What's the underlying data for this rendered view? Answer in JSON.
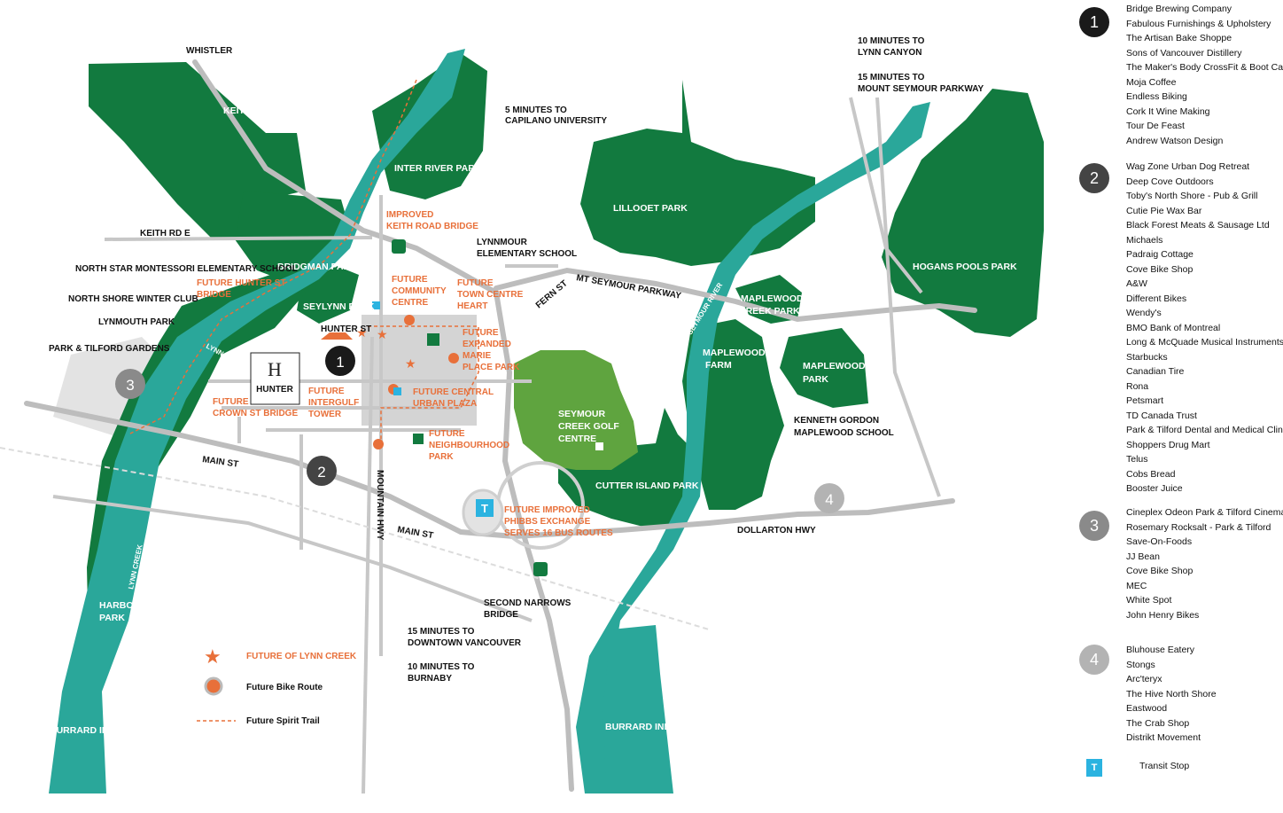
{
  "colors": {
    "park_dark": "#127a3f",
    "park_light": "#5fa43f",
    "river": "#2aa79a",
    "road": "#bdbdbd",
    "urban": "#d4d4d4",
    "accent": "#e8703a",
    "transit": "#2bb3e0",
    "badge1": "#1a1a1a",
    "badge2": "#444444",
    "badge3": "#8a8a8a",
    "badge4": "#b3b3b3"
  },
  "map": {
    "parks": {
      "keith_lynn": "KEITH LYNN PARK",
      "inter_river": "INTER RIVER PARK",
      "bridgman": "BRIDGMAN PARK",
      "seylynn": "SEYLYNN PARK",
      "lillooet": "LILLOOET PARK",
      "hogans_pools": "HOGANS POOLS PARK",
      "maplewood_creek_1": "MAPLEWOOD",
      "maplewood_creek_2": "CREEK PARK",
      "maplewood_farm_1": "MAPLEWOOD",
      "maplewood_farm_2": "FARM",
      "maplewood_park_1": "MAPLEWOOD",
      "maplewood_park_2": "PARK",
      "golf_1": "SEYMOUR",
      "golf_2": "CREEK GOLF",
      "golf_3": "CENTRE",
      "cutter_island": "CUTTER ISLAND PARK",
      "harbourview_1": "HARBOURVIEW",
      "harbourview_2": "PARK"
    },
    "places": {
      "whistler": "WHISTLER",
      "capilano_1": "5  MINUTES TO",
      "capilano_2": "CAPILANO UNIVERSITY",
      "lynn_canyon_1": "10 MINUTES TO",
      "lynn_canyon_2": "LYNN CANYON",
      "seymour_pkwy_1": "15  MINUTES TO",
      "seymour_pkwy_2": "MOUNT SEYMOUR PARKWAY",
      "lynnmour_1": "LYNNMOUR",
      "lynnmour_2": "ELEMENTARY SCHOOL",
      "north_star": "NORTH STAR MONTESSORI ELEMENTARY SCHOOL",
      "winter_club": "NORTH SHORE WINTER CLUB",
      "lynmouth": "LYNMOUTH PARK",
      "park_tilford": "PARK & TILFORD GARDENS",
      "kenneth_1": "KENNETH GORDON",
      "kenneth_2": "MAPLEWOOD SCHOOL",
      "second_narrows_1": "SECOND NARROWS",
      "second_narrows_2": "BRIDGE",
      "downtown_1": "15 MINUTES TO",
      "downtown_2": "DOWNTOWN VANCOUVER",
      "burnaby_1": "10 MINUTES TO",
      "burnaby_2": "BURNABY",
      "burrard_left": "BURRARD INLET",
      "burrard_right": "BURRARD INLET"
    },
    "roads": {
      "keith_rd": "KEITH RD E",
      "hunter_st": "HUNTER ST",
      "main_st_1": "MAIN ST",
      "main_st_2": "MAIN ST",
      "mountain_hwy": "MOUNTAIN HWY",
      "fern_st": "FERN ST",
      "mt_seymour_pkwy": "MT SEYMOUR PARKWAY",
      "dollarton_hwy": "DOLLARTON HWY",
      "lynn_creek_1": "LYNN CREEK",
      "lynn_creek_2": "LYNN CREEK",
      "seymour_river": "SEYMOUR RIVER"
    },
    "future": {
      "keith_bridge_1": "IMPROVED",
      "keith_bridge_2": "KEITH ROAD BRIDGE",
      "hunter_bridge_1": "FUTURE HUNTER ST",
      "hunter_bridge_2": "BRIDGE",
      "community_1": "FUTURE",
      "community_2": "COMMUNITY",
      "community_3": "CENTRE",
      "town_centre_1": "FUTURE",
      "town_centre_2": "TOWN CENTRE",
      "town_centre_3": "HEART",
      "marie_1": "FUTURE",
      "marie_2": "EXPANDED",
      "marie_3": "MARIE",
      "marie_4": "PLACE PARK",
      "crown_1": "FUTURE",
      "crown_2": "CROWN ST BRIDGE",
      "intergulf_1": "FUTURE",
      "intergulf_2": "INTERGULF",
      "intergulf_3": "TOWER",
      "plaza_1": "FUTURE CENTRAL",
      "plaza_2": "URBAN PLAZA",
      "neighbourhood_1": "FUTURE",
      "neighbourhood_2": "NEIGHBOURHOOD",
      "neighbourhood_3": "PARK",
      "phibbs_1": "FUTURE IMPROVED",
      "phibbs_2": "PHIBBS EXCHANGE",
      "phibbs_3": "SERVES 16 BUS ROUTES"
    },
    "hunter_logo": "HUNTER",
    "transit_glyph": "T",
    "map_badges": {
      "one": "1",
      "two": "2",
      "three": "3",
      "four": "4"
    }
  },
  "map_legend": {
    "future_lynn_creek": "FUTURE OF LYNN CREEK",
    "bike_route": "Future Bike Route",
    "spirit_trail": "Future Spirit Trail"
  },
  "legend": {
    "groups": [
      {
        "number": "1",
        "items": [
          "Bridge Brewing Company",
          "Fabulous Furnishings & Upholstery",
          "The Artisan Bake Shoppe",
          "Sons of Vancouver Distillery",
          "The Maker's Body CrossFit & Boot Camp",
          "Moja Coffee",
          "Endless Biking",
          "Cork It Wine Making",
          "Tour De Feast",
          "Andrew Watson Design"
        ]
      },
      {
        "number": "2",
        "items": [
          "Wag Zone Urban Dog Retreat",
          "Deep Cove Outdoors",
          "Toby's North Shore - Pub & Grill",
          "Cutie Pie Wax Bar",
          "Black Forest Meats & Sausage Ltd",
          "Michaels",
          "Padraig Cottage",
          "Cove Bike Shop",
          "A&W",
          "Different Bikes",
          "Wendy's",
          "BMO Bank of Montreal",
          "Long & McQuade Musical Instruments",
          "Starbucks",
          "Canadian Tire",
          "Rona",
          "Petsmart",
          "TD Canada Trust",
          "Park & Tilford Dental and Medical Clinic",
          "Shoppers Drug Mart",
          "Telus",
          "Cobs Bread",
          "Booster Juice"
        ]
      },
      {
        "number": "3",
        "items": [
          "Cineplex Odeon Park & Tilford Cinemas",
          "Rosemary Rocksalt - Park & Tilford",
          "Save-On-Foods",
          "JJ Bean",
          "Cove Bike Shop",
          "MEC",
          "White Spot",
          "John Henry Bikes"
        ]
      },
      {
        "number": "4",
        "items": [
          "Bluhouse Eatery",
          "Stongs",
          "Arc'teryx",
          "The Hive North Shore",
          "Eastwood",
          "The Crab Shop",
          "Distrikt Movement"
        ]
      }
    ],
    "transit_glyph": "T",
    "transit_label": "Transit Stop"
  }
}
